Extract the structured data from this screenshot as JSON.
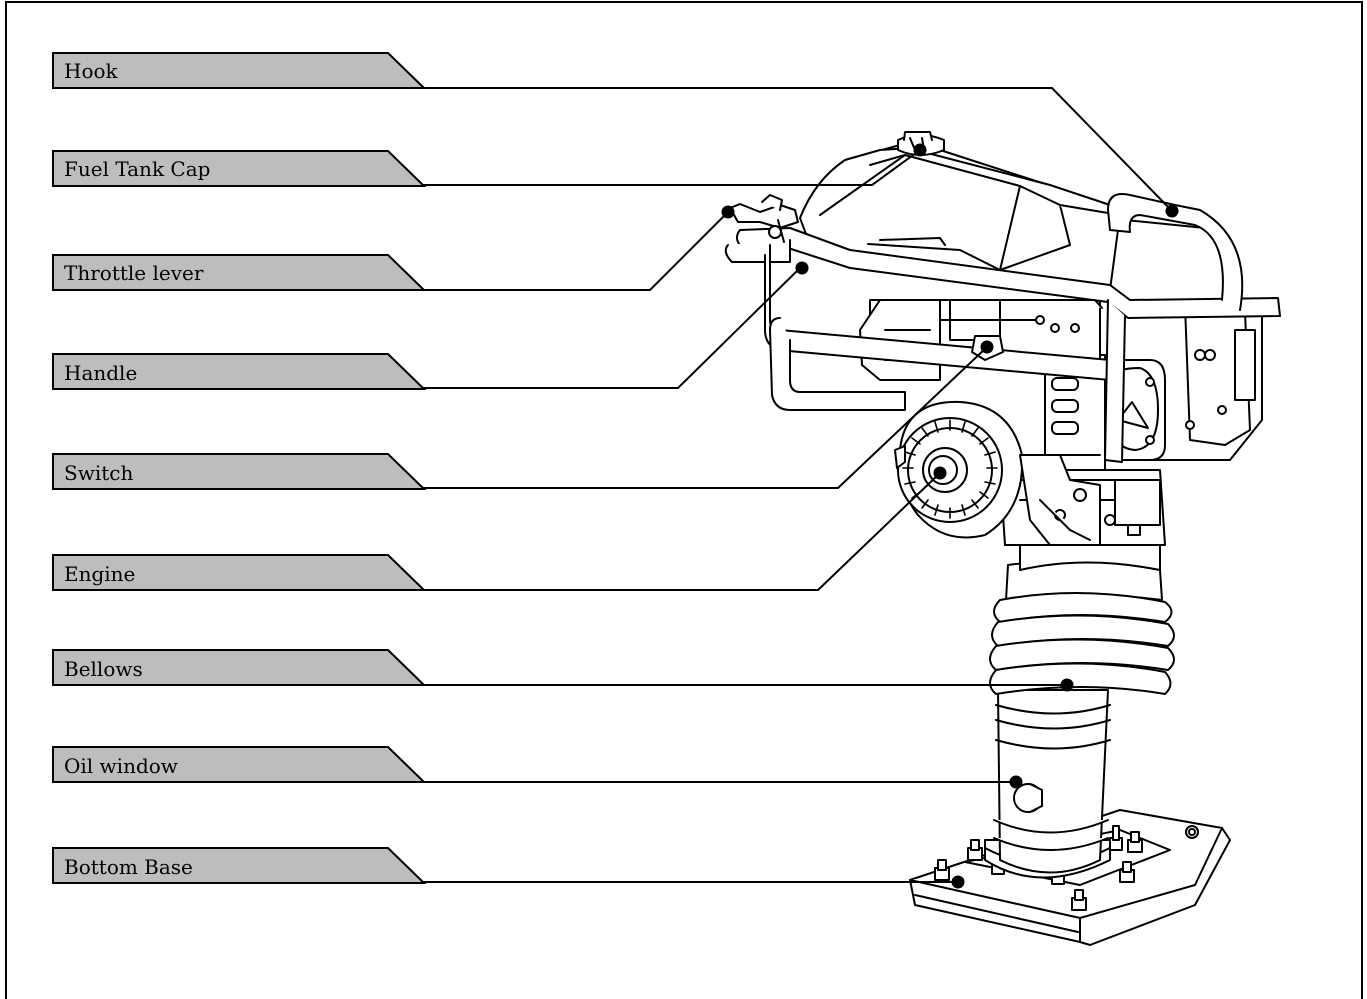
{
  "labels": {
    "hook": "Hook",
    "fuel_tank_cap": "Fuel Tank Cap",
    "throttle_lever": "Throttle lever",
    "handle": "Handle",
    "switch": "Switch",
    "engine": "Engine",
    "bellows": "Bellows",
    "oil_window": "Oil window",
    "bottom_base": "Bottom Base"
  },
  "colors": {
    "tab_fill": "#bdbdbd",
    "line": "#000000",
    "background": "#ffffff"
  }
}
